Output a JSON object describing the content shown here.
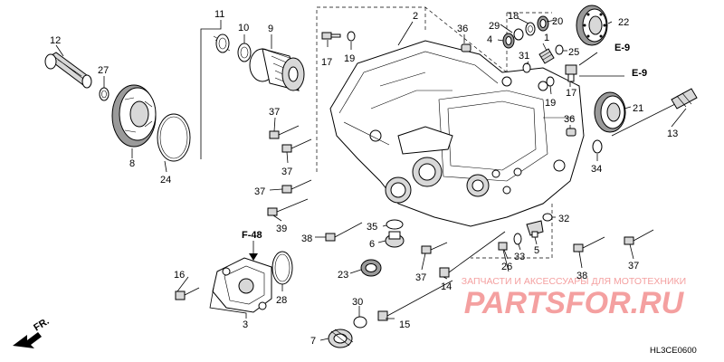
{
  "diagram_code": "HL3CE0600",
  "watermark": {
    "tagline": "ЗАПЧАСТИ И АКСЕССУАРЫ ДЛЯ МОТОТЕХНИКИ",
    "brand": "PARTSFOR.RU",
    "color": "#f4a0a0"
  },
  "direction_label": "FR.",
  "refs": {
    "e9_upper": "E-9",
    "e9_lower": "E-9",
    "f48": "F-48"
  },
  "callouts": {
    "c1": "1",
    "c2": "2",
    "c3": "3",
    "c4": "4",
    "c5": "5",
    "c6": "6",
    "c7": "7",
    "c8": "8",
    "c9": "9",
    "c10": "10",
    "c11": "11",
    "c12": "12",
    "c13": "13",
    "c14": "14",
    "c15": "15",
    "c16": "16",
    "c17a": "17",
    "c17b": "17",
    "c18": "18",
    "c19a": "19",
    "c19b": "19",
    "c20": "20",
    "c21": "21",
    "c22": "22",
    "c23": "23",
    "c24": "24",
    "c25": "25",
    "c26": "26",
    "c27": "27",
    "c28": "28",
    "c29": "29",
    "c30": "30",
    "c31": "31",
    "c32": "32",
    "c33": "33",
    "c34": "34",
    "c35": "35",
    "c36a": "36",
    "c36b": "36",
    "c37a": "37",
    "c37b": "37",
    "c37c": "37",
    "c37d": "37",
    "c37e": "37",
    "c38a": "38",
    "c38b": "38",
    "c39": "39"
  }
}
